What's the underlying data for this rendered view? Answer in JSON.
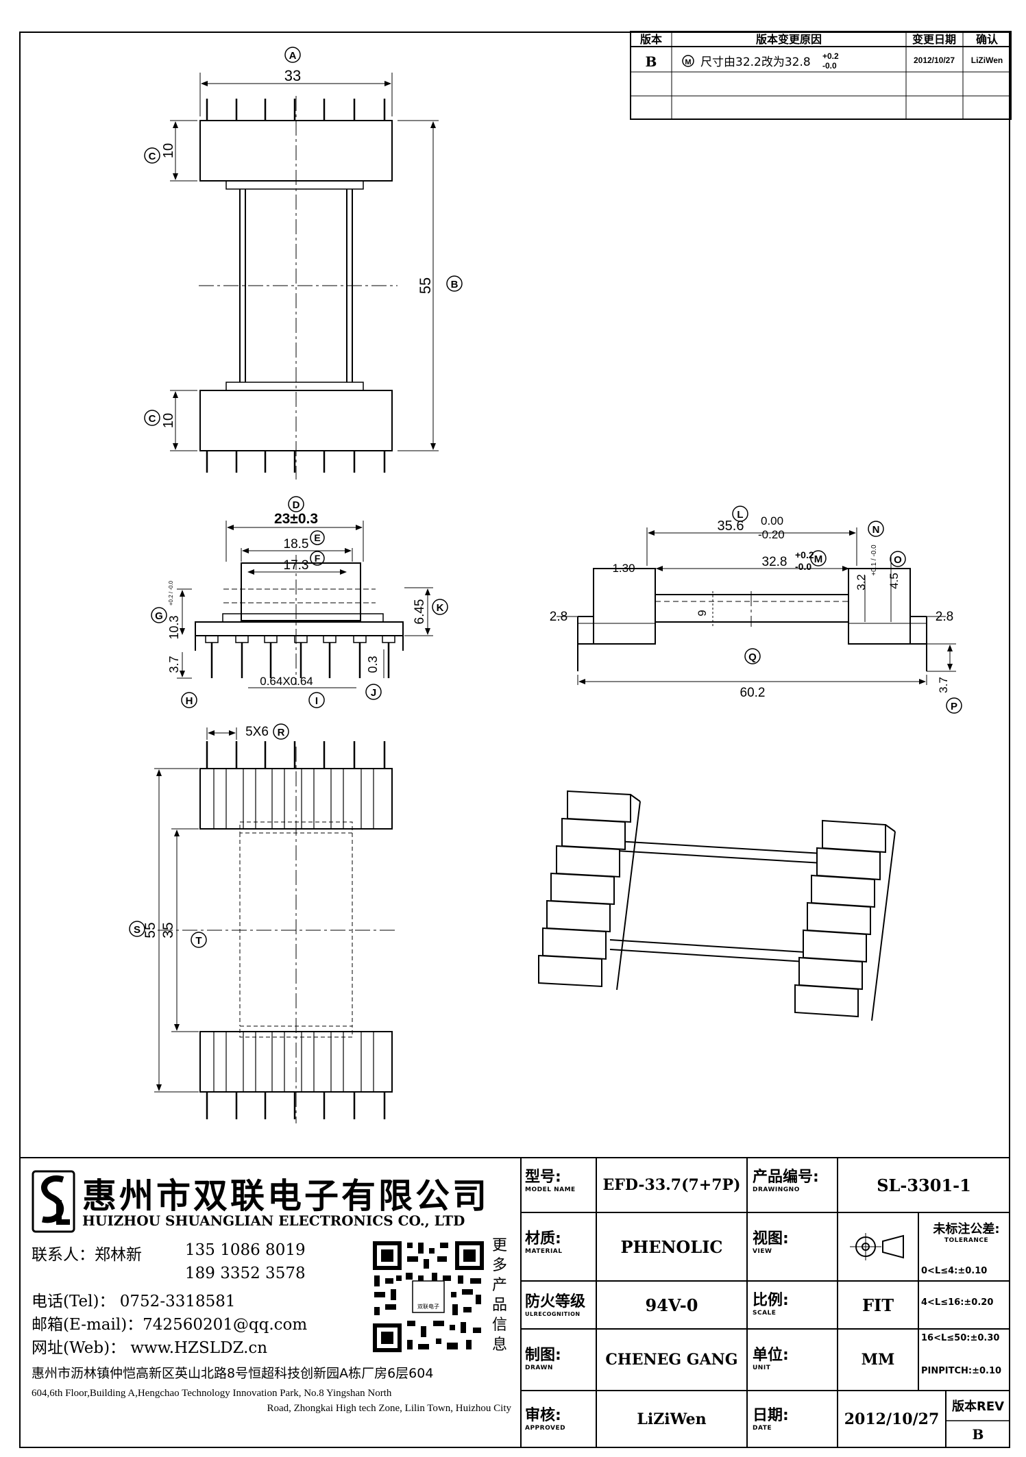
{
  "revision_table": {
    "headers": [
      "版本",
      "版本变更原因",
      "变更日期",
      "确认"
    ],
    "rows": [
      {
        "rev": "B",
        "marker": "M",
        "reason": "尺寸由32.2改为32.8",
        "tol_plus": "+0.2",
        "tol_minus": "-0.0",
        "date": "2012/10/27",
        "confirm": "LiZiWen"
      }
    ]
  },
  "dims": {
    "A": "A",
    "A_val": "33",
    "B": "B",
    "B_val": "55",
    "C": "C",
    "C_val": "10",
    "D": "D",
    "D_val": "23±0.3",
    "E": "E",
    "E_val": "18.5",
    "F": "F",
    "F_val": "17.3",
    "G": "G",
    "G_val": "10.3",
    "G_tol": "+0.2 / -0.0",
    "H": "H",
    "H_val": "3.7",
    "I": "I",
    "I_val": "0.64X0.64",
    "J": "J",
    "J_val": "0.3",
    "K": "K",
    "K_val": "6.45",
    "L": "L",
    "L_val": "35.6",
    "L_tol_plus": "0.00",
    "L_tol_minus": "-0.20",
    "M": "M",
    "M_val": "32.8",
    "M_tol_plus": "+0.2",
    "M_tol_minus": "-0.0",
    "N": "N",
    "N_val": "3.2",
    "N_tol": "+0.1 / -0.0",
    "O": "O",
    "O_val": "4.5",
    "P": "P",
    "P_val": "3.7",
    "Q": "Q",
    "Q_val": "60.2",
    "R": "R",
    "R_val": "5X6",
    "S": "S",
    "S_val": "55",
    "T": "T",
    "T_val": "35",
    "side_130": "1.30",
    "side_28": "2.8",
    "side_9": "9"
  },
  "company": {
    "name_cn": "惠州市双联电子有限公司",
    "name_en": "HUIZHOU SHUANGLIAN ELECTRONICS CO., LTD",
    "contact_label": "联系人：郑林新",
    "phone1": "135 1086 8019",
    "phone2": "189 3352 3578",
    "tel": "电话(Tel)： 0752-3318581",
    "email": "邮箱(E-mail)：742560201@qq.com",
    "web": "网址(Web)： www.HZSLDZ.cn",
    "address_cn": "惠州市沥林镇仲恺高新区英山北路8号恒超科技创新园A栋厂房6层604",
    "address_en1": "604,6th Floor,Building A,Hengchao Technology Innovation Park, No.8 Yingshan North",
    "address_en2": "Road, Zhongkai High tech Zone, Lilin Town, Huizhou City",
    "qr_side": [
      "更",
      "多",
      "产",
      "品",
      "信",
      "息"
    ],
    "qr_center": "双联电子"
  },
  "title_block": {
    "model_label": "型号:",
    "model_en": "MODEL NAME",
    "model": "EFD-33.7(7+7P)",
    "drawing_label": "产品编号:",
    "drawing_en": "DRAWINGNO",
    "drawing_no": "SL-3301-1",
    "material_label": "材质:",
    "material_en": "MATERIAL",
    "material": "PHENOLIC",
    "view_label": "视图:",
    "view_en": "VIEW",
    "tolerance_label": "未标注公差:",
    "tolerance_en": "TOLERANCE",
    "tolerances": [
      "0<L≤4:±0.10",
      "4<L≤16:±0.20",
      "16<L≤50:±0.30",
      "PINPITCH:±0.10"
    ],
    "flame_label": "防火等级",
    "flame_en": "ULRECOGNITION",
    "flame": "94V-0",
    "scale_label": "比例:",
    "scale_en": "SCALE",
    "scale": "FIT",
    "drawn_label": "制图:",
    "drawn_en": "DRAWN",
    "drawn": "CHENEG GANG",
    "unit_label": "单位:",
    "unit_en": "UNIT",
    "unit": "MM",
    "approved_label": "审核:",
    "approved_en": "APPROVED",
    "approved": "LiZiWen",
    "date_label": "日期:",
    "date_en": "DATE",
    "date": "2012/10/27",
    "rev_label": "版本REV",
    "rev": "B"
  }
}
